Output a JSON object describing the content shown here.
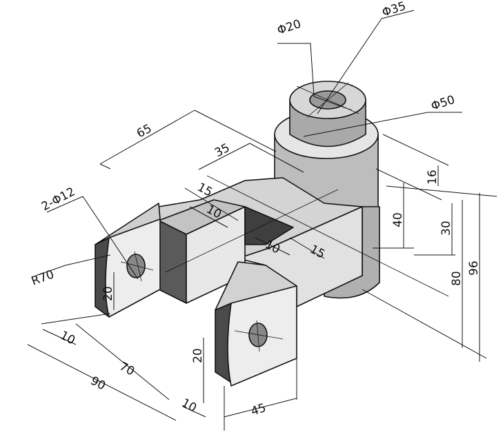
{
  "colors": {
    "background": "#ffffff",
    "face_light": "#ececec",
    "face_mid": "#c9c9c9",
    "face_dark": "#8a8a8a",
    "face_darkest": "#4a4a4a",
    "line": "#111111"
  },
  "labels": {
    "d20": "Φ20",
    "d35": "Φ35",
    "d50": "Φ50",
    "hole": "2-Φ12",
    "r70": "R70",
    "len65": "65",
    "len35": "35",
    "len15a": "15",
    "len10a": "10",
    "len10b": "10",
    "len15b": "15",
    "h40": "40",
    "h16": "16",
    "h30": "30",
    "h80": "80",
    "h96": "96",
    "h20a": "20",
    "h20b": "20",
    "w10a": "10",
    "w70": "70",
    "w90": "90",
    "w10b": "10",
    "w45": "45"
  }
}
